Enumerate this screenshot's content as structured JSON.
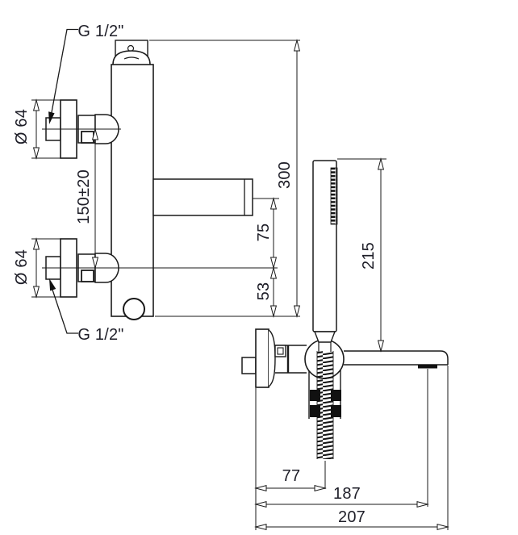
{
  "drawing": {
    "title": "Wall-mounted bath-shower mixer with hand shower — dimensional drawing",
    "background_color": "#ffffff",
    "line_color": "#1a1a1a",
    "text_color": "#1e1e28",
    "labels": {
      "thread_top": "G 1/2\"",
      "thread_bottom": "G 1/2\"",
      "flange_diameter_top": "Ø 64",
      "flange_diameter_bottom": "Ø 64",
      "inlet_spacing": "150±20",
      "body_height": "300",
      "spout_to_inlet": "75",
      "inlet_to_bottom": "53",
      "handshower_length": "215",
      "hose_offset": "77",
      "reach_to_aerator": "187",
      "total_reach": "207"
    }
  }
}
